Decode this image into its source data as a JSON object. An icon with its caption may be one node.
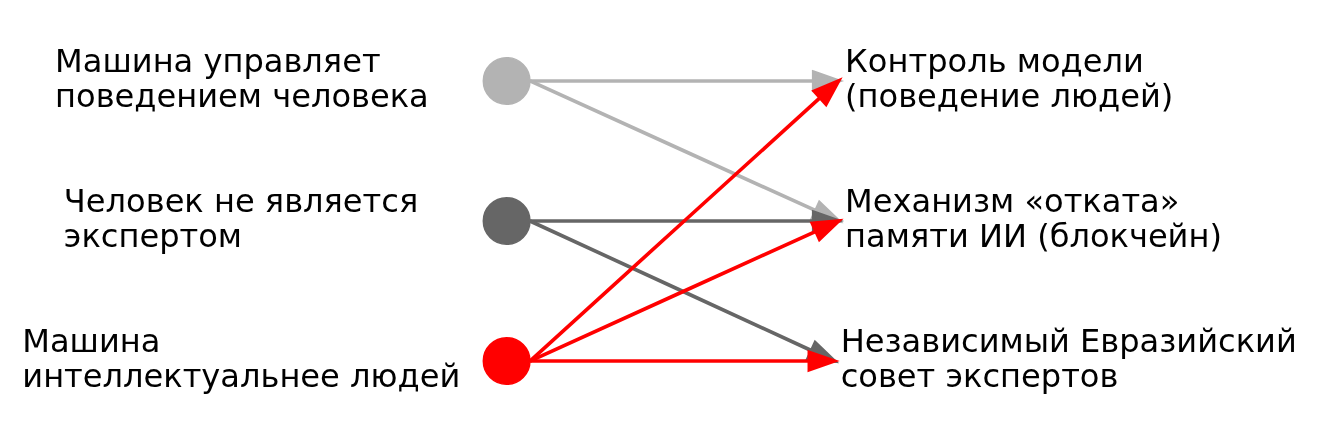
{
  "diagram": {
    "nodes": [
      {
        "text": [],
        "shape": "circle",
        "beside": [
          "Машина управляет поведением человека"
        ]
      },
      {
        "text": [
          "Контроль модели (поведение людей)"
        ]
      },
      {
        "text": [],
        "shape": "circle",
        "beside": [
          "Человек не является экспертом"
        ]
      },
      {
        "text": [
          "Механизм «отката» памяти ИИ (блокчейн)"
        ]
      },
      {
        "text": [],
        "shape": "circle",
        "beside": [
          "Машина интеллектуальнее людей"
        ]
      },
      {
        "text": [
          "Независимый Евразийский совет экспертов"
        ]
      }
    ],
    "edges": [
      {
        "from": 0,
        "to": 1,
        "arrow": "to",
        "color": "#b3b3b3"
      },
      {
        "from": 0,
        "to": 3,
        "arrow": "to",
        "color": "#b3b3b3"
      },
      {
        "from": 2,
        "to": 3,
        "arrow": "to",
        "color": "#666666"
      },
      {
        "from": 2,
        "to": 5,
        "arrow": "to",
        "color": "#666666"
      },
      {
        "from": 4,
        "to": 1,
        "arrow": "to"
      },
      {
        "from": 4,
        "to": 3,
        "arrow": "to"
      },
      {
        "from": 4,
        "to": 5,
        "arrow": "to"
      }
    ]
  }
}
